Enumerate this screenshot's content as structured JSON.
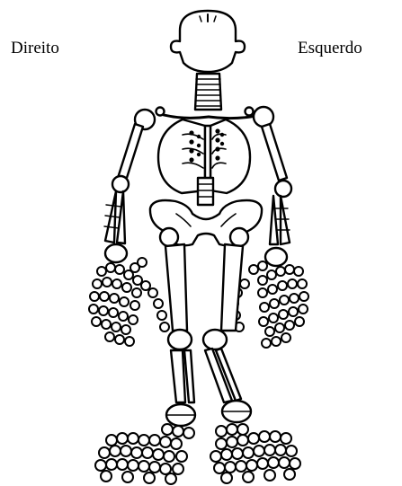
{
  "labels": {
    "right_side": "Direito",
    "left_side": "Esquerdo"
  },
  "figure": {
    "subject": "skeleton-front-view",
    "line_color": "#000000",
    "fill_color": "#ffffff"
  }
}
